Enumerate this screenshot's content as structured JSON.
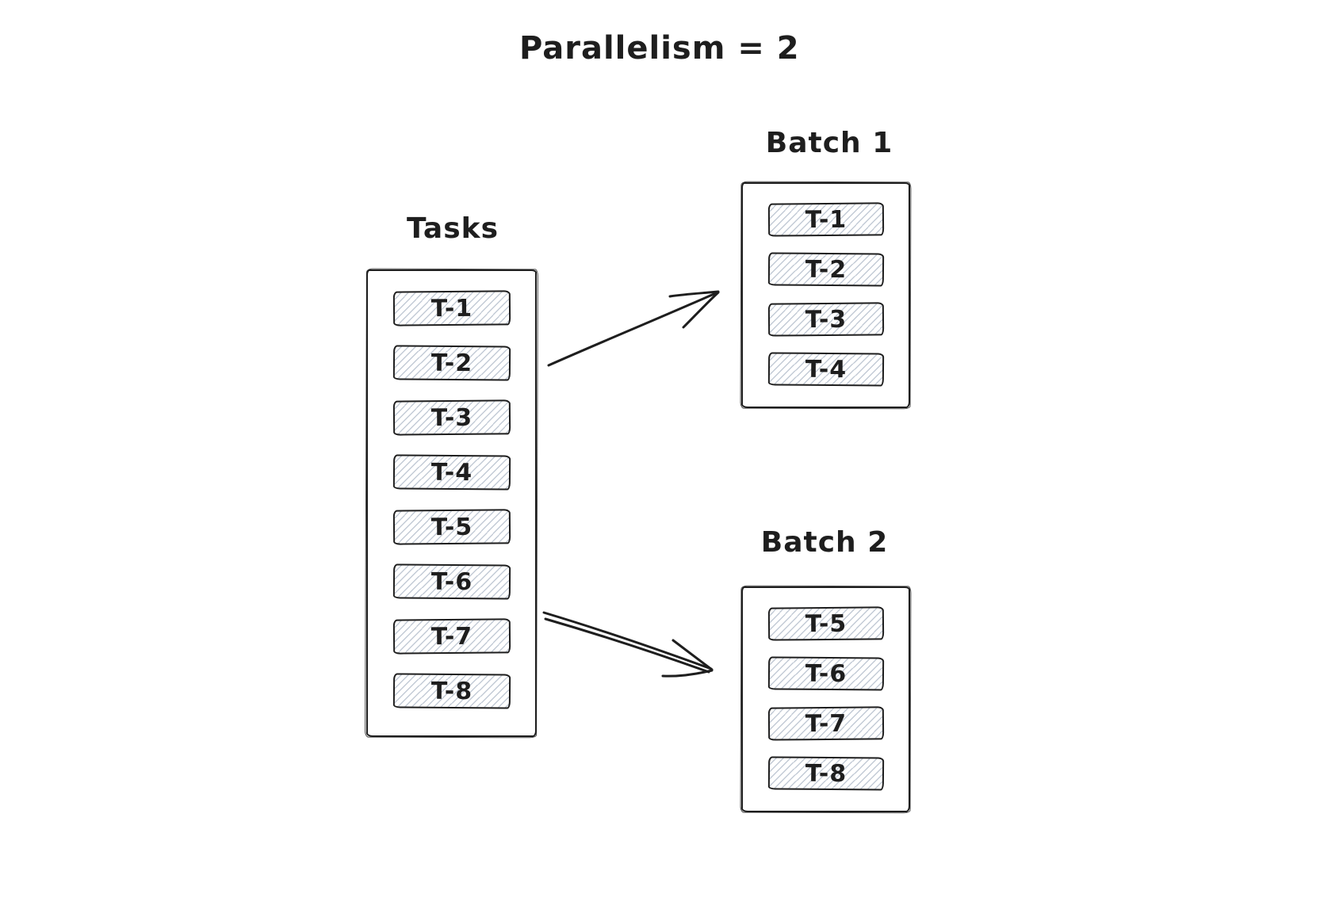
{
  "title": "Parallelism = 2",
  "colors": {
    "stroke": "#1e1e1e",
    "hachure": "#c3cbd6",
    "background": "#ffffff"
  },
  "tasks_panel": {
    "label": "Tasks",
    "items": [
      "T-1",
      "T-2",
      "T-3",
      "T-4",
      "T-5",
      "T-6",
      "T-7",
      "T-8"
    ]
  },
  "batches": [
    {
      "label": "Batch 1",
      "items": [
        "T-1",
        "T-2",
        "T-3",
        "T-4"
      ]
    },
    {
      "label": "Batch 2",
      "items": [
        "T-5",
        "T-6",
        "T-7",
        "T-8"
      ]
    }
  ],
  "arrows": [
    {
      "from": "Tasks",
      "to": "Batch 1"
    },
    {
      "from": "Tasks",
      "to": "Batch 2"
    }
  ]
}
